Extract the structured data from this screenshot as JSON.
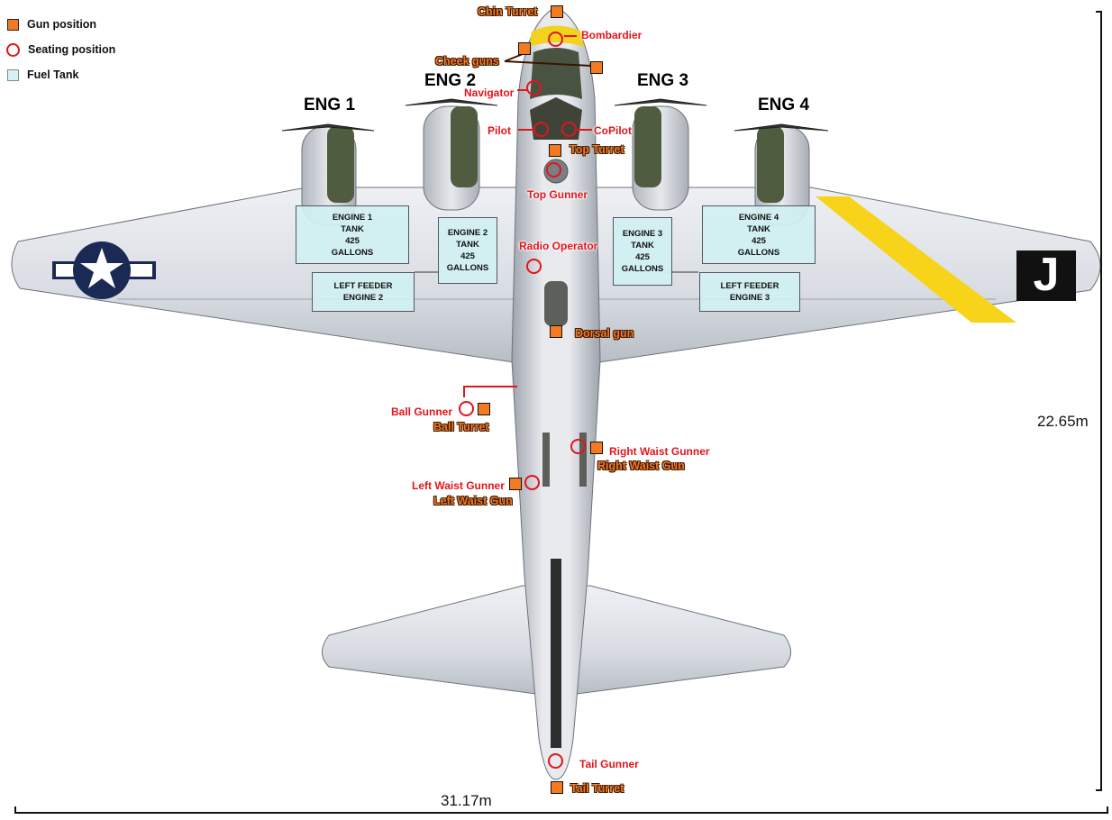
{
  "legend": {
    "gun": "Gun position",
    "seat": "Seating position",
    "fuel": "Fuel Tank"
  },
  "engines": {
    "eng1": "ENG 1",
    "eng2": "ENG 2",
    "eng3": "ENG 3",
    "eng4": "ENG 4"
  },
  "tanks": {
    "engine1": "ENGINE 1\nTANK\n425\nGALLONS",
    "engine2": "ENGINE 2\nTANK\n425\nGALLONS",
    "engine3": "ENGINE 3\nTANK\n425\nGALLONS",
    "engine4": "ENGINE 4\nTANK\n425\nGALLONS",
    "left_feeder_eng2": "LEFT FEEDER\nENGINE 2",
    "left_feeder_eng3": "LEFT FEEDER\nENGINE 3"
  },
  "guns": {
    "chin": "Chin Turret",
    "cheek": "Cheek guns",
    "top": "Top Turret",
    "dorsal": "Dorsal gun",
    "ball": "Ball Turret",
    "right_waist": "Right Waist Gun",
    "left_waist": "Left Waist Gun",
    "tail": "Tail Turret"
  },
  "seats": {
    "bombardier": "Bombardier",
    "navigator": "Navigator",
    "pilot": "Pilot",
    "copilot": "CoPilot",
    "top_gunner": "Top Gunner",
    "radio": "Radio Operator",
    "ball_gunner": "Ball Gunner",
    "right_waist_gunner": "Right Waist Gunner",
    "left_waist_gunner": "Left Waist Gunner",
    "tail_gunner": "Tail Gunner"
  },
  "markings": {
    "tail_letter": "J"
  },
  "dimensions": {
    "length": "22.65m",
    "wingspan": "31.17m"
  },
  "colors": {
    "gun": "#f47a1f",
    "seat": "#e3141c",
    "fuel": "#d6f1f3",
    "stripe": "#f7d31a",
    "roundel": "#1b2a55"
  }
}
